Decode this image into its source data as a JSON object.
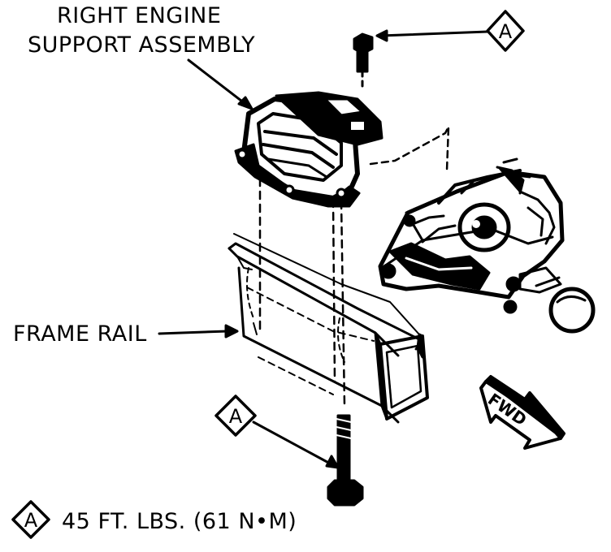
{
  "labels": {
    "support_line1": "RIGHT ENGINE",
    "support_line2": "SUPPORT ASSEMBLY",
    "frame_rail": "FRAME RAIL",
    "torque_spec": "45 FT. LBS. (61 N•M)",
    "fwd": "FWD"
  },
  "callouts": {
    "top_bolt": "A",
    "bottom_bolt": "A",
    "legend": "A"
  },
  "colors": {
    "ink": "#000000",
    "paper": "#ffffff"
  }
}
